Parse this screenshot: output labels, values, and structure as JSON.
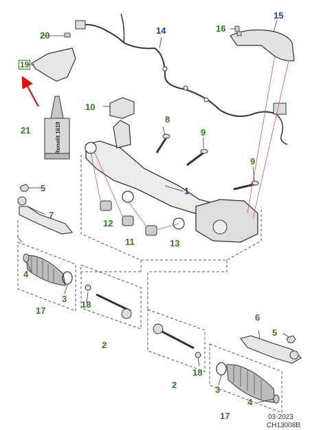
{
  "callouts": {
    "c1": "1",
    "c2a": "2",
    "c2b": "2",
    "c3a": "3",
    "c3b": "3",
    "c4a": "4",
    "c4b": "4",
    "c5a": "5",
    "c5b": "5",
    "c6": "6",
    "c7": "7",
    "c8": "8",
    "c9a": "9",
    "c9b": "9",
    "c10": "10",
    "c11": "11",
    "c12": "12",
    "c13": "13",
    "c14": "14",
    "c15": "15",
    "c16": "16",
    "c17a": "17",
    "c17b": "17",
    "c18a": "18",
    "c18b": "18",
    "c19": "19",
    "c20": "20",
    "c21": "21"
  },
  "sealant_tube_text": "Renolit 1619",
  "footer": {
    "date": "03-2023",
    "code": "CH13008B"
  },
  "colors": {
    "callout_green": "#2e7d1e",
    "callout_blue": "#1a3fb0",
    "arrow_red": "#e01010",
    "leader_red": "#e05050",
    "line_art": "#333333"
  }
}
